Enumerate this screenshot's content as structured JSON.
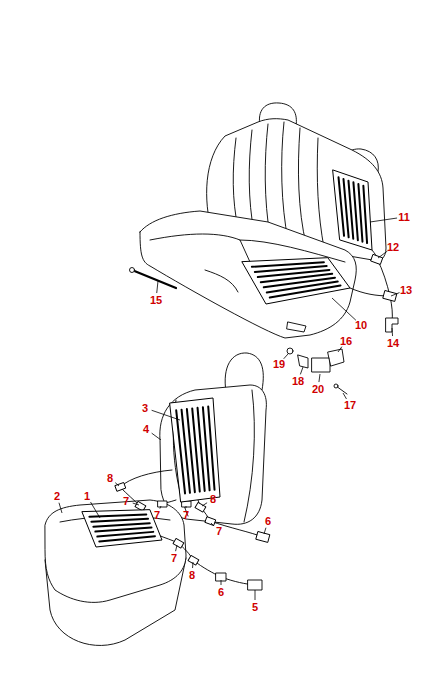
{
  "diagram": {
    "labels": [
      "11",
      "12",
      "13",
      "15",
      "10",
      "16",
      "14",
      "19",
      "18",
      "20",
      "17",
      "3",
      "4",
      "8",
      "2",
      "1",
      "7",
      "8",
      "7",
      "7",
      "6",
      "7",
      "7",
      "8",
      "6",
      "5"
    ]
  }
}
